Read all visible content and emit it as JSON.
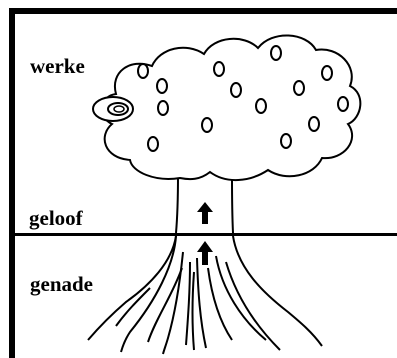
{
  "labels": {
    "works": "werke",
    "faith": "geloof",
    "grace": "genade"
  },
  "colors": {
    "line": "#000000",
    "background": "#ffffff"
  },
  "icons": {
    "upper_arrow": "up-arrow-icon",
    "lower_arrow": "up-arrow-icon"
  }
}
